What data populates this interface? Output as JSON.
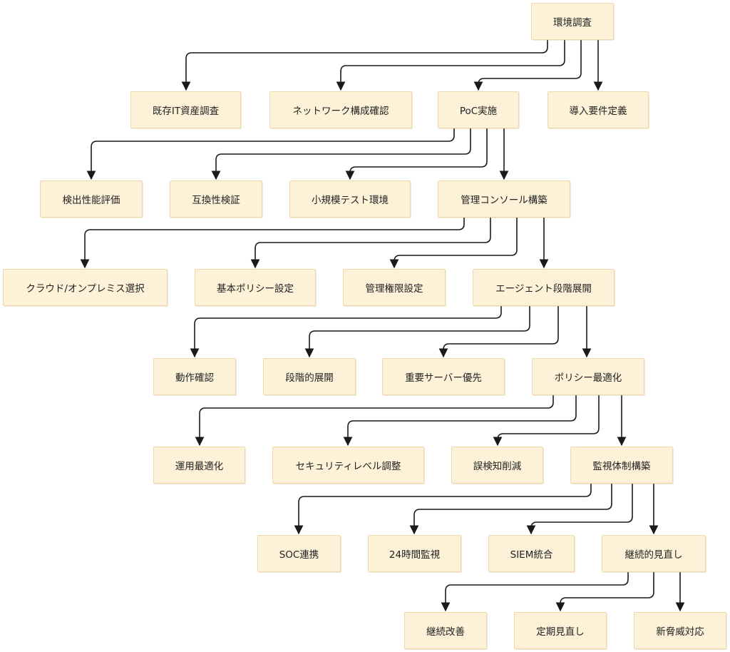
{
  "colors": {
    "node_fill": "#fdf1d8",
    "node_border": "#efd9ac",
    "edge": "#1a1a1a"
  },
  "nodes": {
    "root": "環境調査",
    "n1": "既存IT資産調査",
    "n2": "ネットワーク構成確認",
    "n3": "PoC実施",
    "n4": "導入要件定義",
    "n5": "検出性能評価",
    "n6": "互換性検証",
    "n7": "小規模テスト環境",
    "n8": "管理コンソール構築",
    "n9": "クラウド/オンプレミス選択",
    "n10": "基本ポリシー設定",
    "n11": "管理権限設定",
    "n12": "エージェント段階展開",
    "n13": "動作確認",
    "n14": "段階的展開",
    "n15": "重要サーバー優先",
    "n16": "ポリシー最適化",
    "n17": "運用最適化",
    "n18": "セキュリティレベル調整",
    "n19": "誤検知削減",
    "n20": "監視体制構築",
    "n21": "SOC連携",
    "n22": "24時間監視",
    "n23": "SIEM統合",
    "n24": "継続的見直し",
    "n25": "継続改善",
    "n26": "定期見直し",
    "n27": "新脅威対応"
  }
}
